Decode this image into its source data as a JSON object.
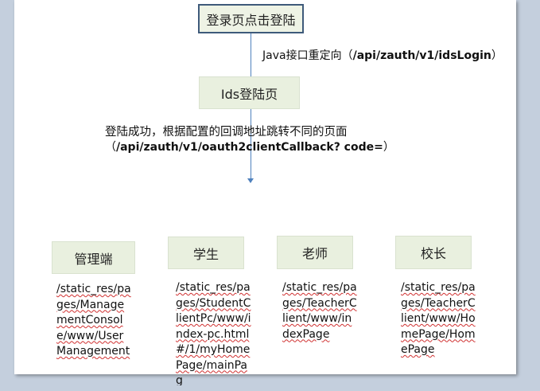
{
  "login_box": "登录页点击登陆",
  "java_redirect_prefix": "Java接口重定向（",
  "java_redirect_path": "/api/zauth/v1/idsLogin",
  "java_redirect_suffix": "）",
  "ids_box": "Ids登陆页",
  "callback_text": "登陆成功，根据配置的回调地址跳转不同的页面",
  "callback_path_prefix": "（",
  "callback_path": "/api/zauth/v1/oauth2clientCallback? code=",
  "callback_path_suffix": "）",
  "roles": [
    {
      "label": "管理端",
      "path": "/static_res/pages/ManagementConsole/www/UserManagement"
    },
    {
      "label": "学生",
      "path": "/static_res/pages/StudentClientPc/www/index-pc.html#/1/myHomePage/mainPag"
    },
    {
      "label": "老师",
      "path": "/static_res/pages/TeacherClient/www/indexPage"
    },
    {
      "label": "校长",
      "path": "/static_res/pages/TeacherClient/www/HomePage/HomePage"
    }
  ],
  "colors": {
    "box_fill": "#e9f0df",
    "connector": "#4f81bd",
    "box_border": "#3e5a7a"
  }
}
